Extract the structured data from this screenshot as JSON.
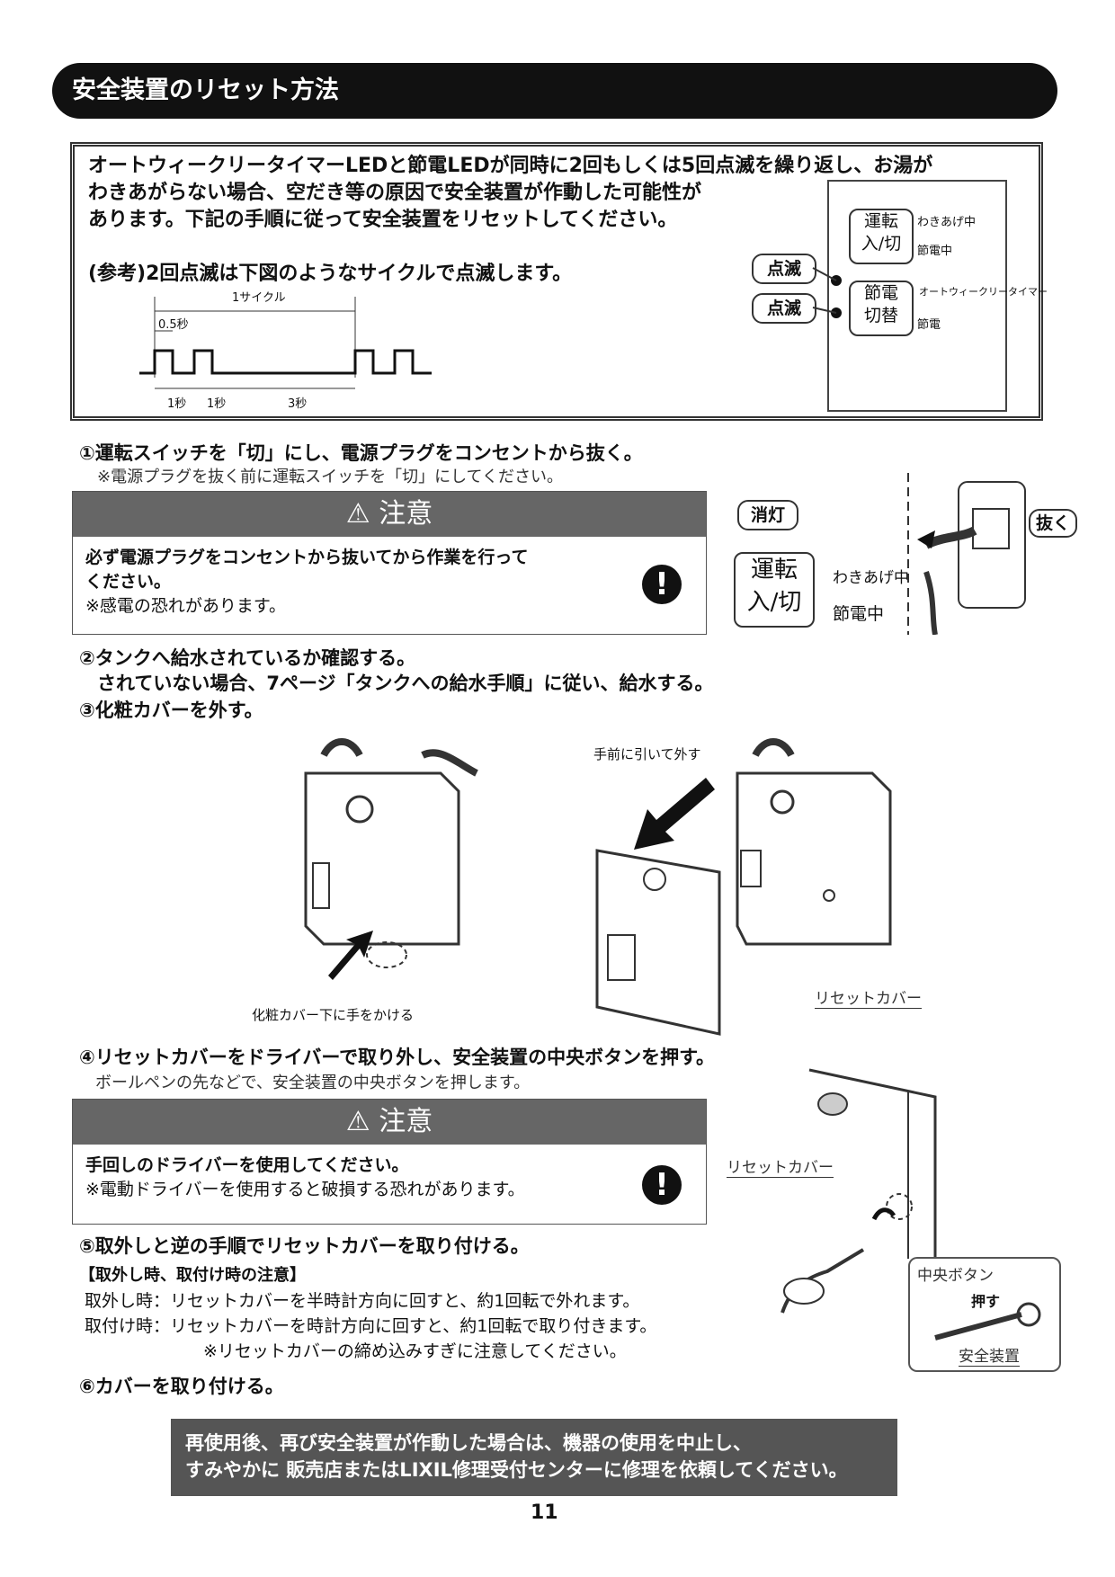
{
  "header": {
    "title": "安全装置のリセット方法"
  },
  "intro": {
    "line1": "オートウィークリータイマーLEDと節電LEDが同時に2回もしくは5回点滅を繰り返し、お湯が",
    "line2": "わきあがらない場合、空だき等の原因で安全装置が作動した可能性が",
    "line3": "あります。下記の手順に従って安全装置をリセットしてください。",
    "ref": "(参考)2回点滅は下図のようなサイクルで点滅します。",
    "timing": {
      "cycle": "1サイクル",
      "half": "0.5秒",
      "s1a": "1秒",
      "s1b": "1秒",
      "s3": "3秒"
    },
    "panel": {
      "btn_unten_1": "運転",
      "btn_unten_2": "入/切",
      "btn_setsuden_1": "節電",
      "btn_setsuden_2": "切替",
      "led_waki": "わきあげ中",
      "led_setsuden_naka": "節電中",
      "led_auto": "オートウィークリータイマー",
      "led_setsuden": "節電",
      "tag_blink1": "点滅",
      "tag_blink2": "点滅"
    }
  },
  "step1": {
    "title": "①運転スイッチを「切」にし、電源プラグをコンセントから抜く。",
    "note": "※電源プラグを抜く前に運転スイッチを「切」にしてください。"
  },
  "caution1": {
    "head": "注意",
    "line1": "必ず電源プラグをコンセントから抜いてから作業を行って",
    "line2": "ください。",
    "line3": "※感電の恐れがあります。"
  },
  "panel2": {
    "tag": "消灯",
    "btn1": "運転",
    "btn2": "入/切",
    "led1": "わきあげ中",
    "led2": "節電中",
    "pull": "抜く"
  },
  "step2": {
    "line1": "②タンクへ給水されているか確認する。",
    "line2": "されていない場合、7ページ「タンクへの給水手順」に従い、給水する。"
  },
  "step3": {
    "title": "③化粧カバーを外す。",
    "label_pull": "手前に引いて外す",
    "label_hand": "化粧カバー下に手をかける",
    "label_reset": "リセットカバー"
  },
  "step4": {
    "title": "④リセットカバーをドライバーで取り外し、安全装置の中央ボタンを押す。",
    "note": "ボールペンの先などで、安全装置の中央ボタンを押します。"
  },
  "caution2": {
    "head": "注意",
    "line1": "手回しのドライバーを使用してください。",
    "line2": "※電動ドライバーを使用すると破損する恐れがあります。"
  },
  "step5": {
    "title": "⑤取外しと逆の手順でリセットカバーを取り付ける。",
    "heading": "【取外し時、取付け時の注意】",
    "remove": "取外し時：リセットカバーを半時計方向に回すと、約1回転で外れます。",
    "attach": "取付け時：リセットカバーを時計方向に回すと、約1回転で取り付きます。",
    "warn": "※リセットカバーの締め込みすぎに注意してください。",
    "label_reset": "リセットカバー",
    "label_center": "中央ボタン",
    "label_push": "押す",
    "label_safety": "安全装置"
  },
  "step6": {
    "title": "⑥カバーを取り付ける。"
  },
  "final": {
    "line1": "再使用後、再び安全装置が作動した場合は、機器の使用を中止し、",
    "line2": "すみやかに 販売店またはLIXIL修理受付センターに修理を依頼してください。"
  },
  "page": {
    "number": "11"
  }
}
